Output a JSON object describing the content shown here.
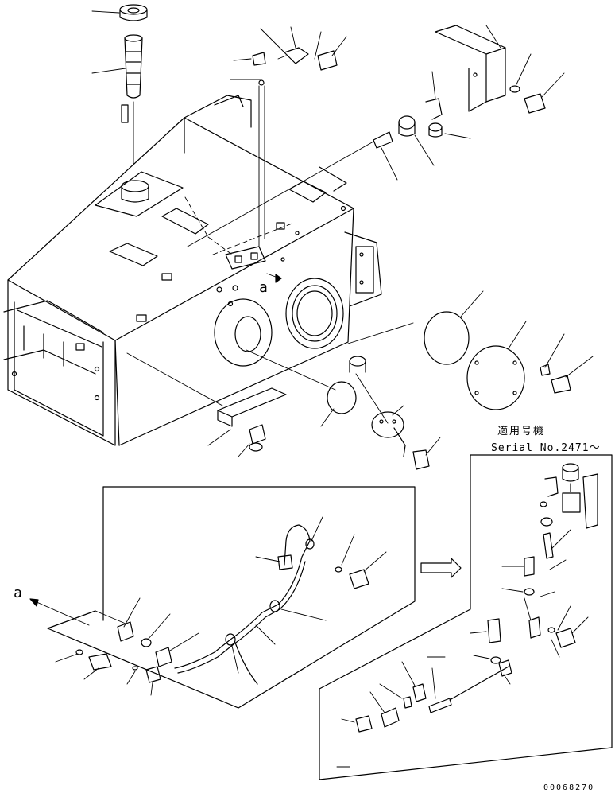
{
  "labels": {
    "serial_heading": "適用号機",
    "serial_number": "Serial No.2471～",
    "drawing_number": "00068270",
    "ref_a_top": "a",
    "ref_a_left": "a"
  },
  "colors": {
    "line": "#000000",
    "background": "#ffffff"
  }
}
